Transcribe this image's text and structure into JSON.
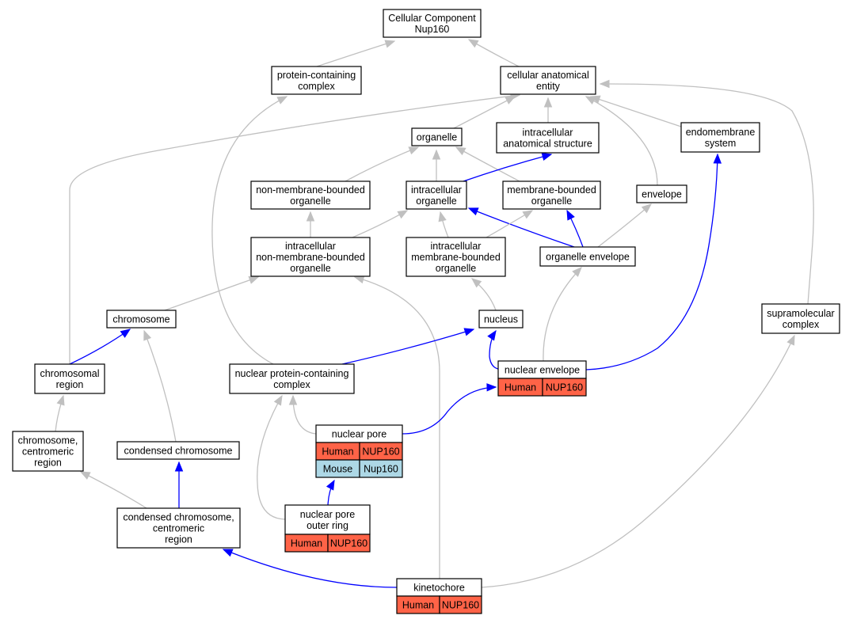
{
  "diagram": {
    "edge_colors": {
      "is_a": "#c0c0c0",
      "part_of": "#0000ff"
    },
    "species_colors": {
      "Human": "#ff6347",
      "Mouse": "#add8e6"
    },
    "nodes": [
      {
        "id": "root",
        "lines": [
          "Cellular Component",
          "Nup160"
        ]
      },
      {
        "id": "protein-containing-complex",
        "lines": [
          "protein-containing",
          "complex"
        ]
      },
      {
        "id": "cellular-anatomical-entity",
        "lines": [
          "cellular anatomical",
          "entity"
        ]
      },
      {
        "id": "organelle",
        "lines": [
          "organelle"
        ]
      },
      {
        "id": "intracellular-anatomical-structure",
        "lines": [
          "intracellular",
          "anatomical structure"
        ]
      },
      {
        "id": "endomembrane-system",
        "lines": [
          "endomembrane",
          "system"
        ]
      },
      {
        "id": "non-membrane-bounded-organelle",
        "lines": [
          "non-membrane-bounded",
          "organelle"
        ]
      },
      {
        "id": "intracellular-organelle",
        "lines": [
          "intracellular",
          "organelle"
        ]
      },
      {
        "id": "membrane-bounded-organelle",
        "lines": [
          "membrane-bounded",
          "organelle"
        ]
      },
      {
        "id": "envelope",
        "lines": [
          "envelope"
        ]
      },
      {
        "id": "intracellular-non-membrane-bounded-organelle",
        "lines": [
          "intracellular",
          "non-membrane-bounded",
          "organelle"
        ]
      },
      {
        "id": "intracellular-membrane-bounded-organelle",
        "lines": [
          "intracellular",
          "membrane-bounded",
          "organelle"
        ]
      },
      {
        "id": "organelle-envelope",
        "lines": [
          "organelle envelope"
        ]
      },
      {
        "id": "chromosome",
        "lines": [
          "chromosome"
        ]
      },
      {
        "id": "nucleus",
        "lines": [
          "nucleus"
        ]
      },
      {
        "id": "supramolecular-complex",
        "lines": [
          "supramolecular",
          "complex"
        ]
      },
      {
        "id": "chromosomal-region",
        "lines": [
          "chromosomal",
          "region"
        ]
      },
      {
        "id": "nuclear-protein-containing-complex",
        "lines": [
          "nuclear protein-containing",
          "complex"
        ]
      },
      {
        "id": "nuclear-envelope",
        "lines": [
          "nuclear envelope"
        ],
        "annotations": [
          [
            "Human",
            "NUP160"
          ]
        ]
      },
      {
        "id": "chromosome-centromeric-region",
        "lines": [
          "chromosome,",
          "centromeric",
          "region"
        ]
      },
      {
        "id": "condensed-chromosome",
        "lines": [
          "condensed chromosome"
        ]
      },
      {
        "id": "nuclear-pore",
        "lines": [
          "nuclear pore"
        ],
        "annotations": [
          [
            "Human",
            "NUP160"
          ],
          [
            "Mouse",
            "Nup160"
          ]
        ]
      },
      {
        "id": "nuclear-pore-outer-ring",
        "lines": [
          "nuclear pore",
          "outer ring"
        ],
        "annotations": [
          [
            "Human",
            "NUP160"
          ]
        ]
      },
      {
        "id": "condensed-chromosome-centromeric-region",
        "lines": [
          "condensed chromosome,",
          "centromeric",
          "region"
        ]
      },
      {
        "id": "kinetochore",
        "lines": [
          "kinetochore"
        ],
        "annotations": [
          [
            "Human",
            "NUP160"
          ]
        ]
      }
    ],
    "edges": [
      {
        "from": "protein-containing-complex",
        "to": "root",
        "type": "is_a"
      },
      {
        "from": "cellular-anatomical-entity",
        "to": "root",
        "type": "is_a"
      },
      {
        "from": "organelle",
        "to": "cellular-anatomical-entity",
        "type": "is_a"
      },
      {
        "from": "intracellular-anatomical-structure",
        "to": "cellular-anatomical-entity",
        "type": "is_a"
      },
      {
        "from": "endomembrane-system",
        "to": "cellular-anatomical-entity",
        "type": "is_a"
      },
      {
        "from": "envelope",
        "to": "cellular-anatomical-entity",
        "type": "is_a"
      },
      {
        "from": "chromosomal-region",
        "to": "cellular-anatomical-entity",
        "type": "is_a"
      },
      {
        "from": "supramolecular-complex",
        "to": "cellular-anatomical-entity",
        "type": "is_a"
      },
      {
        "from": "nuclear-protein-containing-complex",
        "to": "protein-containing-complex",
        "type": "is_a"
      },
      {
        "from": "non-membrane-bounded-organelle",
        "to": "organelle",
        "type": "is_a"
      },
      {
        "from": "intracellular-organelle",
        "to": "organelle",
        "type": "is_a"
      },
      {
        "from": "membrane-bounded-organelle",
        "to": "organelle",
        "type": "is_a"
      },
      {
        "from": "intracellular-organelle",
        "to": "intracellular-anatomical-structure",
        "type": "part_of"
      },
      {
        "from": "intracellular-non-membrane-bounded-organelle",
        "to": "non-membrane-bounded-organelle",
        "type": "is_a"
      },
      {
        "from": "intracellular-non-membrane-bounded-organelle",
        "to": "intracellular-organelle",
        "type": "is_a"
      },
      {
        "from": "intracellular-membrane-bounded-organelle",
        "to": "intracellular-organelle",
        "type": "is_a"
      },
      {
        "from": "organelle-envelope",
        "to": "intracellular-organelle",
        "type": "part_of"
      },
      {
        "from": "intracellular-membrane-bounded-organelle",
        "to": "membrane-bounded-organelle",
        "type": "is_a"
      },
      {
        "from": "organelle-envelope",
        "to": "membrane-bounded-organelle",
        "type": "part_of"
      },
      {
        "from": "organelle-envelope",
        "to": "envelope",
        "type": "is_a"
      },
      {
        "from": "chromosome",
        "to": "intracellular-non-membrane-bounded-organelle",
        "type": "is_a"
      },
      {
        "from": "kinetochore",
        "to": "intracellular-non-membrane-bounded-organelle",
        "type": "is_a"
      },
      {
        "from": "nucleus",
        "to": "intracellular-membrane-bounded-organelle",
        "type": "is_a"
      },
      {
        "from": "chromosomal-region",
        "to": "chromosome",
        "type": "part_of"
      },
      {
        "from": "condensed-chromosome",
        "to": "chromosome",
        "type": "is_a"
      },
      {
        "from": "nuclear-protein-containing-complex",
        "to": "nucleus",
        "type": "part_of"
      },
      {
        "from": "nuclear-envelope",
        "to": "nucleus",
        "type": "part_of"
      },
      {
        "from": "nuclear-envelope",
        "to": "organelle-envelope",
        "type": "is_a"
      },
      {
        "from": "nuclear-envelope",
        "to": "endomembrane-system",
        "type": "part_of"
      },
      {
        "from": "chromosome-centromeric-region",
        "to": "chromosomal-region",
        "type": "is_a"
      },
      {
        "from": "nuclear-pore",
        "to": "nuclear-protein-containing-complex",
        "type": "is_a"
      },
      {
        "from": "nuclear-pore-outer-ring",
        "to": "nuclear-protein-containing-complex",
        "type": "is_a"
      },
      {
        "from": "nuclear-pore",
        "to": "nuclear-envelope",
        "type": "part_of"
      },
      {
        "from": "kinetochore",
        "to": "supramolecular-complex",
        "type": "is_a"
      },
      {
        "from": "nuclear-pore-outer-ring",
        "to": "nuclear-pore",
        "type": "part_of"
      },
      {
        "from": "condensed-chromosome-centromeric-region",
        "to": "chromosome-centromeric-region",
        "type": "is_a"
      },
      {
        "from": "condensed-chromosome-centromeric-region",
        "to": "condensed-chromosome",
        "type": "part_of"
      },
      {
        "from": "kinetochore",
        "to": "condensed-chromosome-centromeric-region",
        "type": "part_of"
      }
    ]
  }
}
